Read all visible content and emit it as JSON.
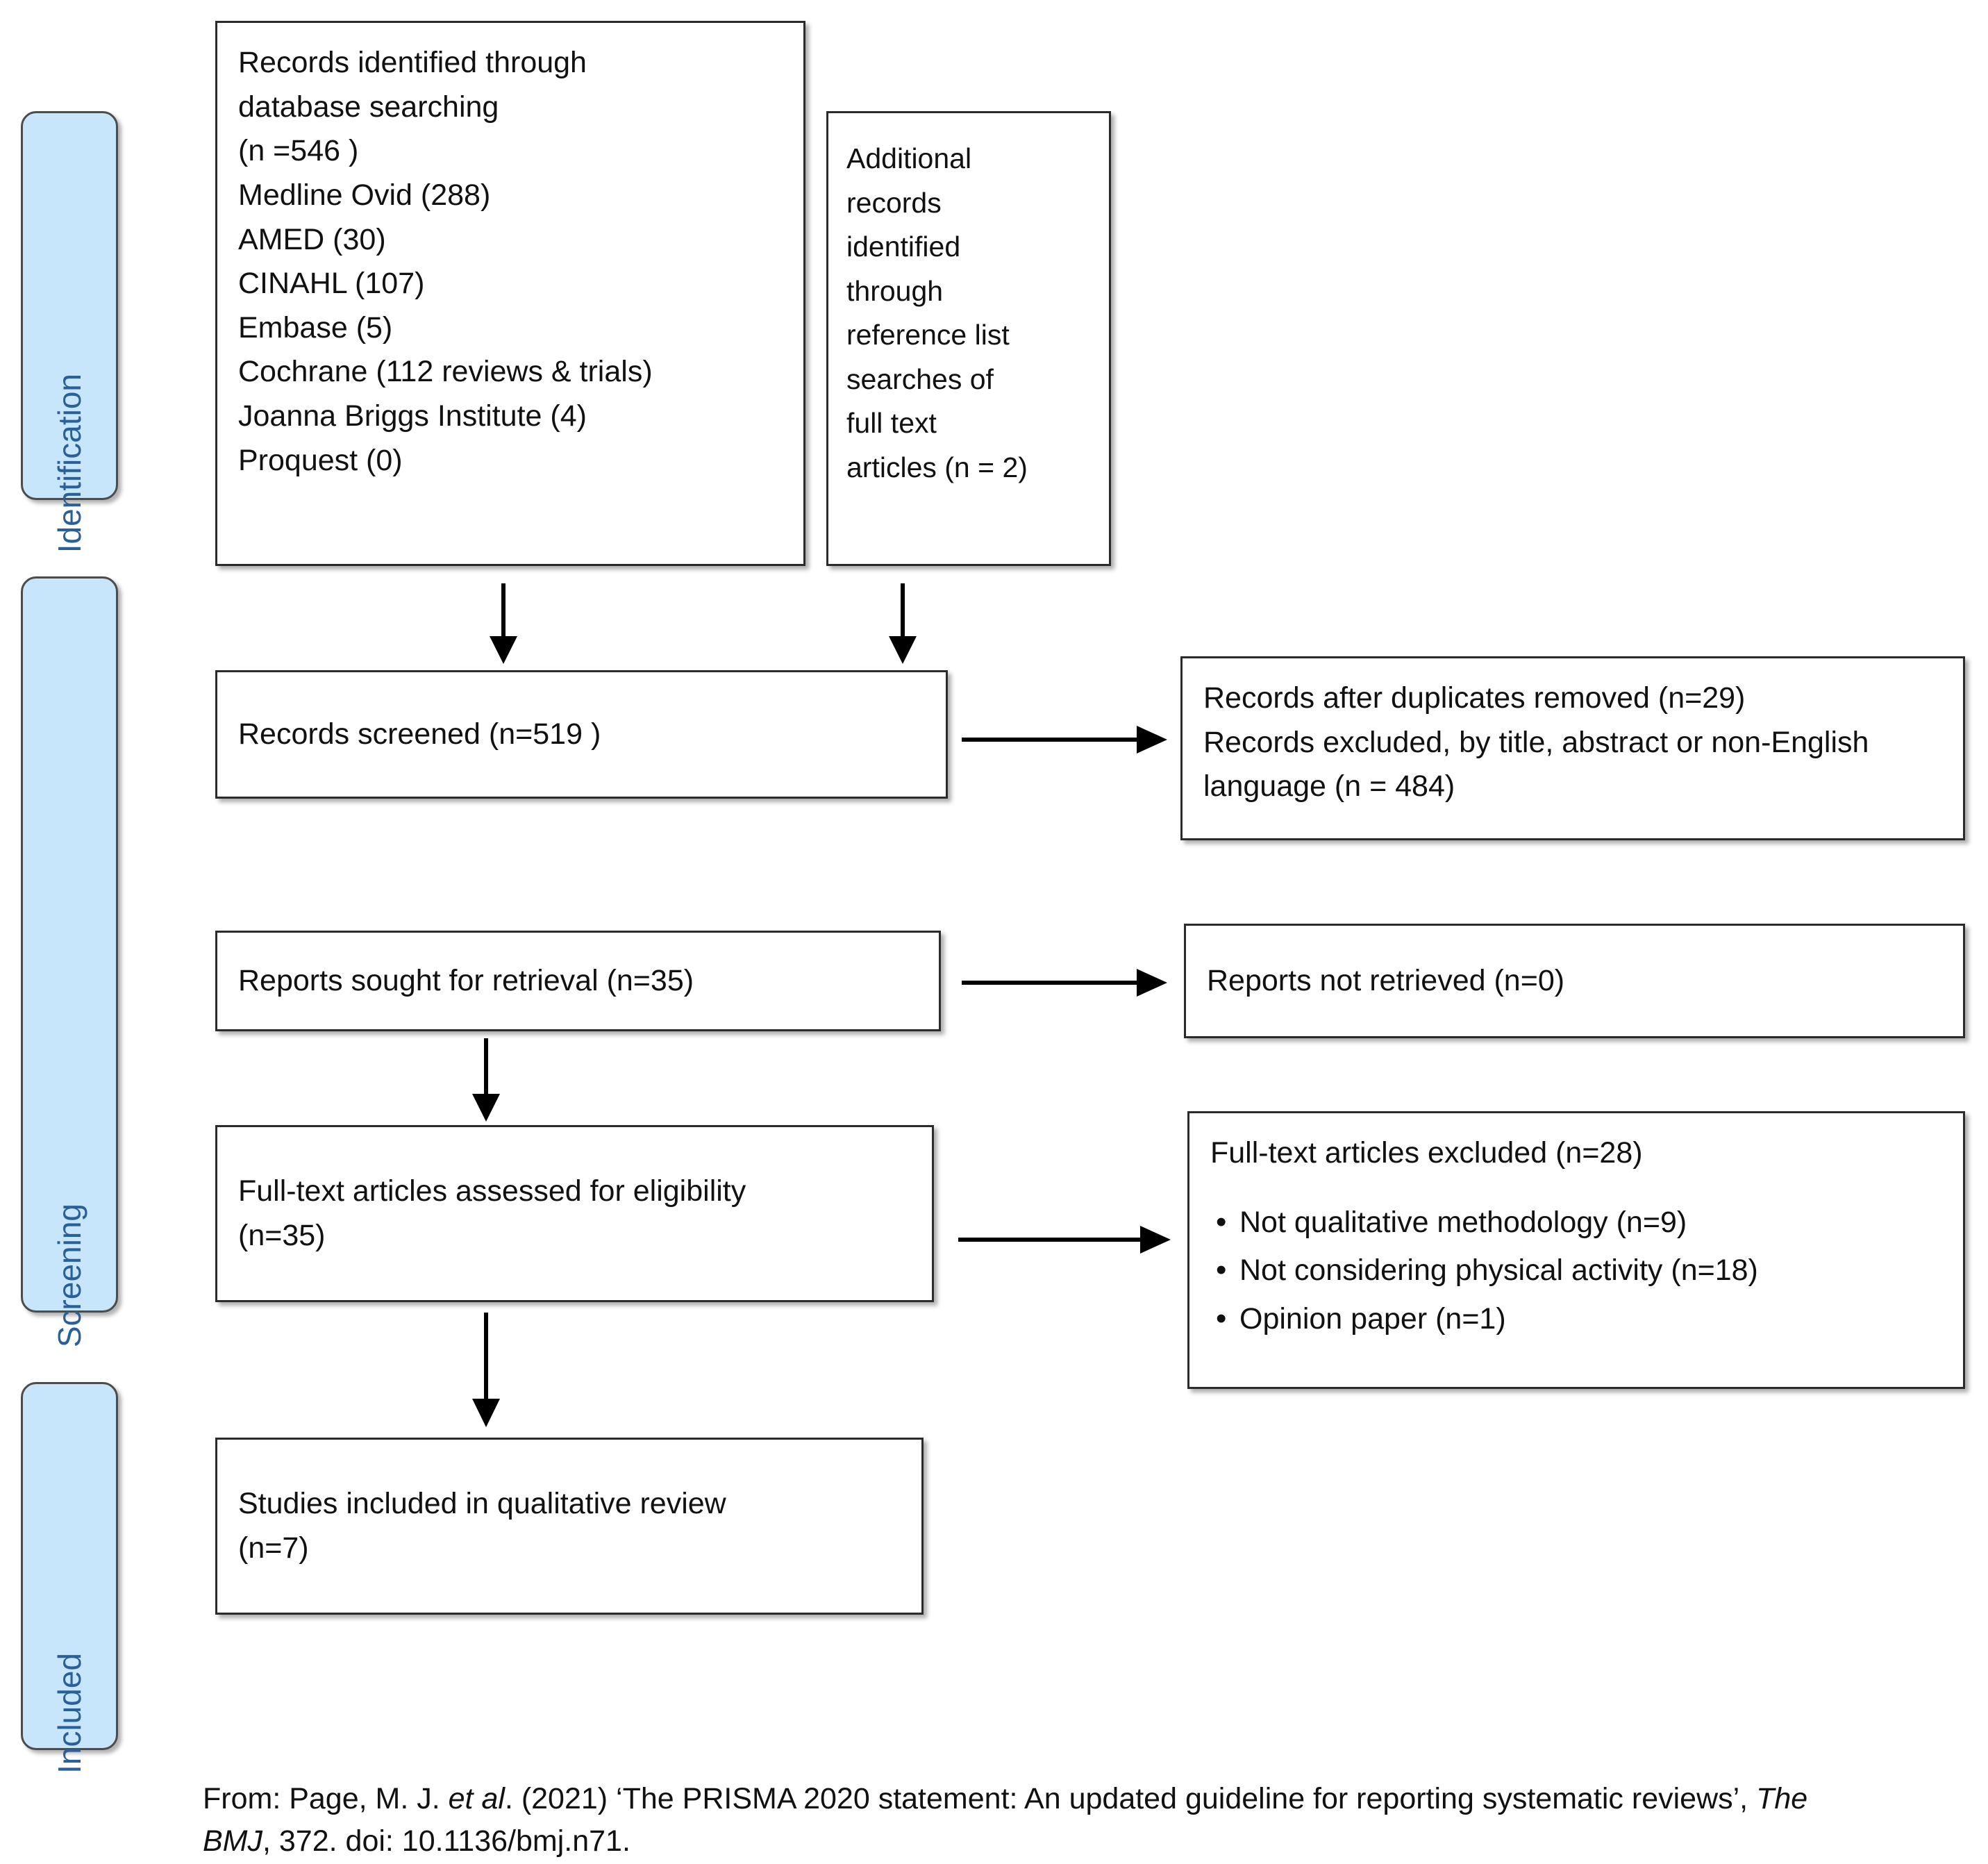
{
  "diagram": {
    "title": "PRISMA 2020 flow diagram",
    "stages": [
      {
        "id": "identification",
        "label": "Identification"
      },
      {
        "id": "screening",
        "label": "Screening"
      },
      {
        "id": "included",
        "label": "Included"
      }
    ],
    "boxes": {
      "database_search": {
        "lines": [
          "Records identified through",
          "database searching",
          "(n =546 )",
          "Medline Ovid (288)",
          "AMED (30)",
          "CINAHL (107)",
          "Embase (5)",
          "Cochrane (112 reviews & trials)",
          "Joanna Briggs Institute (4)",
          "Proquest (0)"
        ]
      },
      "additional_records": {
        "lines": [
          "Additional",
          "records",
          "identified",
          "through",
          "reference list",
          "searches of",
          "full text",
          "articles (n = 2)"
        ]
      },
      "records_screened": {
        "lines": [
          "Records screened (n=519 )"
        ]
      },
      "records_excluded": {
        "lines": [
          "Records after duplicates removed (n=29)",
          "Records excluded, by title, abstract or non-English",
          "language (n = 484)"
        ]
      },
      "reports_sought": {
        "lines": [
          "Reports sought for retrieval (n=35)"
        ]
      },
      "reports_not_retrieved": {
        "lines": [
          "Reports not retrieved (n=0)"
        ]
      },
      "fulltext_assessed": {
        "lines": [
          "Full-text articles assessed for eligibility",
          "(n=35)"
        ]
      },
      "fulltext_excluded": {
        "heading": "Full-text articles excluded (n=28)",
        "bullets": [
          "Not qualitative methodology (n=9)",
          "Not considering physical activity (n=18)",
          "Opinion paper (n=1)"
        ]
      },
      "studies_included": {
        "lines": [
          "Studies included in qualitative review",
          "(n=7)"
        ]
      }
    },
    "citation": {
      "part1": "From: Page, M. J. ",
      "italic1": "et al",
      "part2": ". (2021) ‘The PRISMA 2020 statement: An updated guideline for reporting systematic reviews’, ",
      "italic2": "The BMJ",
      "part3": ", 372. doi: 10.1136/bmj.n71."
    },
    "colors": {
      "stage_fill": "#c7e6fb",
      "stage_text": "#2a6099",
      "stage_border": "#4c4c4c",
      "box_border": "#2b2b2b",
      "background": "#ffffff",
      "arrow": "#000000"
    }
  },
  "chart_data": {
    "type": "diagram-flow",
    "title": "PRISMA 2020 flow diagram of study selection",
    "nodes": [
      {
        "id": "database_search",
        "stage": "Identification",
        "label": "Records identified through database searching",
        "n": 546,
        "breakdown": [
          {
            "source": "Medline Ovid",
            "n": 288
          },
          {
            "source": "AMED",
            "n": 30
          },
          {
            "source": "CINAHL",
            "n": 107
          },
          {
            "source": "Embase",
            "n": 5
          },
          {
            "source": "Cochrane (reviews & trials)",
            "n": 112
          },
          {
            "source": "Joanna Briggs Institute",
            "n": 4
          },
          {
            "source": "Proquest",
            "n": 0
          }
        ]
      },
      {
        "id": "additional_records",
        "stage": "Identification",
        "label": "Additional records identified through reference list searches of full text articles",
        "n": 2
      },
      {
        "id": "records_screened",
        "stage": "Screening",
        "label": "Records screened",
        "n": 519
      },
      {
        "id": "records_excluded",
        "stage": "Screening",
        "label": "Records after duplicates removed / Records excluded",
        "duplicates_removed": 29,
        "excluded_title_abstract_non_english": 484
      },
      {
        "id": "reports_sought",
        "stage": "Screening",
        "label": "Reports sought for retrieval",
        "n": 35
      },
      {
        "id": "reports_not_retrieved",
        "stage": "Screening",
        "label": "Reports not retrieved",
        "n": 0
      },
      {
        "id": "fulltext_assessed",
        "stage": "Screening",
        "label": "Full-text articles assessed for eligibility",
        "n": 35
      },
      {
        "id": "fulltext_excluded",
        "stage": "Screening",
        "label": "Full-text articles excluded",
        "n": 28,
        "reasons": [
          {
            "reason": "Not qualitative methodology",
            "n": 9
          },
          {
            "reason": "Not considering physical activity",
            "n": 18
          },
          {
            "reason": "Opinion paper",
            "n": 1
          }
        ]
      },
      {
        "id": "studies_included",
        "stage": "Included",
        "label": "Studies included in qualitative review",
        "n": 7
      }
    ],
    "edges": [
      {
        "from": "database_search",
        "to": "records_screened",
        "direction": "down"
      },
      {
        "from": "additional_records",
        "to": "records_screened",
        "direction": "down"
      },
      {
        "from": "records_screened",
        "to": "records_excluded",
        "direction": "right"
      },
      {
        "from": "reports_sought",
        "to": "reports_not_retrieved",
        "direction": "right"
      },
      {
        "from": "reports_sought",
        "to": "fulltext_assessed",
        "direction": "down"
      },
      {
        "from": "fulltext_assessed",
        "to": "fulltext_excluded",
        "direction": "right"
      },
      {
        "from": "fulltext_assessed",
        "to": "studies_included",
        "direction": "down"
      }
    ]
  }
}
